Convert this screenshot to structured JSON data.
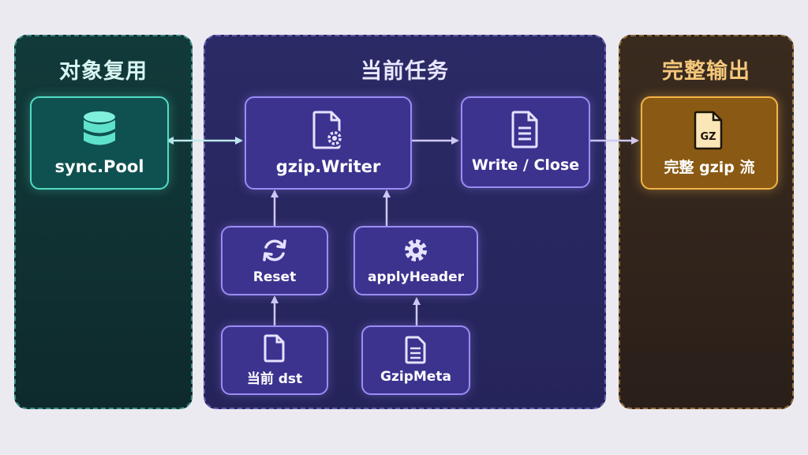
{
  "panels": {
    "left": {
      "title": "对象复用"
    },
    "middle": {
      "title": "当前任务"
    },
    "right": {
      "title": "完整输出"
    }
  },
  "nodes": {
    "sync_pool": {
      "label": "sync.Pool",
      "icon": "database-icon"
    },
    "gzip_writer": {
      "label": "gzip.Writer",
      "icon": "file-gear-icon"
    },
    "write_close": {
      "label": "Write / Close",
      "icon": "document-icon"
    },
    "reset": {
      "label": "Reset",
      "icon": "refresh-icon"
    },
    "apply_header": {
      "label": "applyHeader",
      "icon": "gear-icon"
    },
    "current_dst": {
      "label": "当前 dst",
      "icon": "file-icon"
    },
    "gzip_meta": {
      "label": "GzipMeta",
      "icon": "document-icon"
    },
    "gzip_stream": {
      "label": "完整 gzip 流",
      "icon": "gz-file-icon",
      "badge": "GZ"
    }
  },
  "colors": {
    "teal_accent": "#52dcc4",
    "purple_accent": "#9b8cf5",
    "gold_accent": "#f2b347"
  }
}
